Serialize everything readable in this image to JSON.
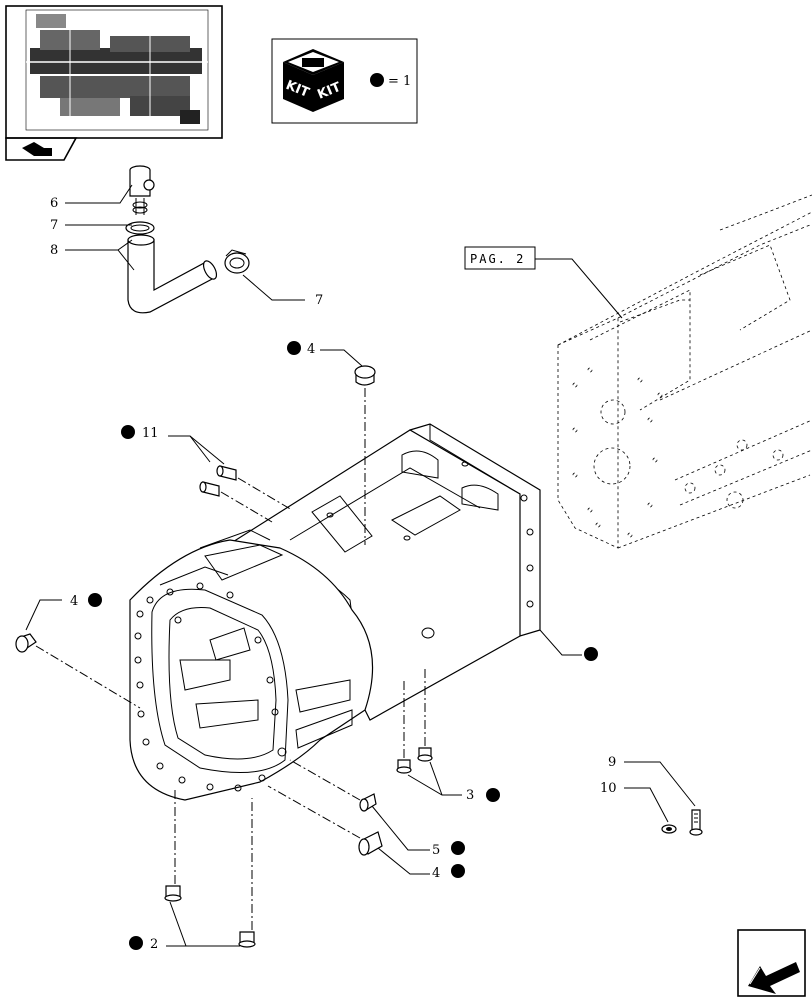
{
  "kit_legend": {
    "kit_word_1": "KIT",
    "kit_word_2": "KIT",
    "equals_text": "= 1"
  },
  "reference_box": {
    "label": "PAG. 2"
  },
  "callouts": {
    "c6": "6",
    "c7_top": "7",
    "c8": "8",
    "c7_clamp": "7",
    "c4_top": "4",
    "c11": "11",
    "c4_left": "4",
    "c9": "9",
    "c10": "10",
    "c3": "3",
    "c5": "5",
    "c4_bottom": "4",
    "c2": "2"
  },
  "icons": {
    "thumbnail": "transmission-section-thumbnail",
    "nav_prev": "back-arrow-icon",
    "nav_next": "next-page-arrow-icon",
    "kit": "kit-box-icon",
    "marker": "filled-dot-marker"
  }
}
